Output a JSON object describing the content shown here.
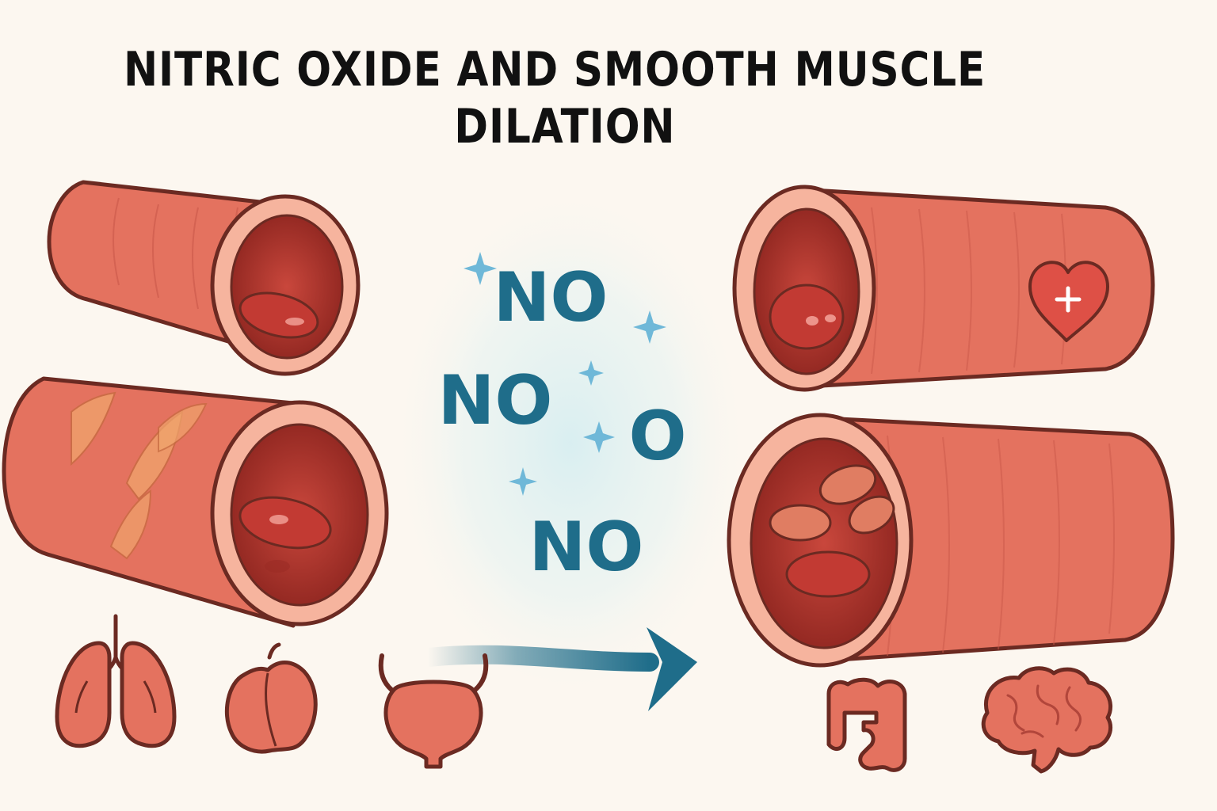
{
  "title": {
    "line1": "NITRIC OXIDE AND SMOOTH MUSCLE",
    "line2": "DILATION"
  },
  "molecules": {
    "no_1": "NO",
    "no_2": "NO",
    "o": "O",
    "no_3": "NO"
  },
  "icons": [
    "lungs-icon",
    "liver-icon",
    "bladder-icon",
    "intestine-icon",
    "brain-icon",
    "heart-plus-icon"
  ],
  "colors": {
    "vessel": "#e4725f",
    "vessel_outline": "#6b2a22",
    "ring": "#f6b49e",
    "lumen": "#b8342c",
    "molecule_text": "#1f6d8a",
    "arrow": "#1f6d8a",
    "background": "#fcf7f0"
  }
}
